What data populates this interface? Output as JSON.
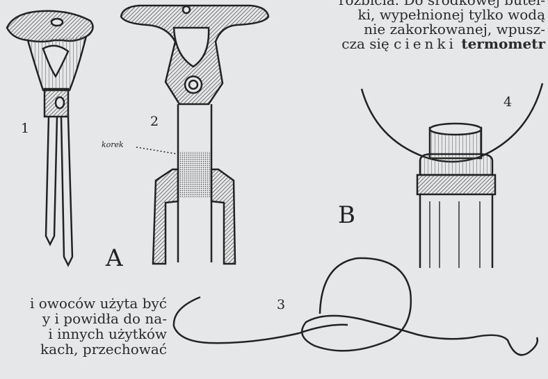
{
  "text_top": {
    "line1": "rozbicia. Do środkowej butel-",
    "line2": "ki, wypełnionej tylko wodą",
    "line3": "nie zakorkowanej, wpusz-",
    "line4_prefix": "cza się",
    "line4_spaced": "cienki",
    "line4_bold": "termometr"
  },
  "text_bottom": {
    "line1": "i owoców użyta być",
    "line2": "y i powidła do na-",
    "line3": "i innych użytków",
    "line4": "kach,   przechować"
  },
  "figure_labels": {
    "one": "1",
    "two": "2",
    "three": "3",
    "four": "4",
    "a": "A",
    "b": "B",
    "korek": "korek"
  }
}
